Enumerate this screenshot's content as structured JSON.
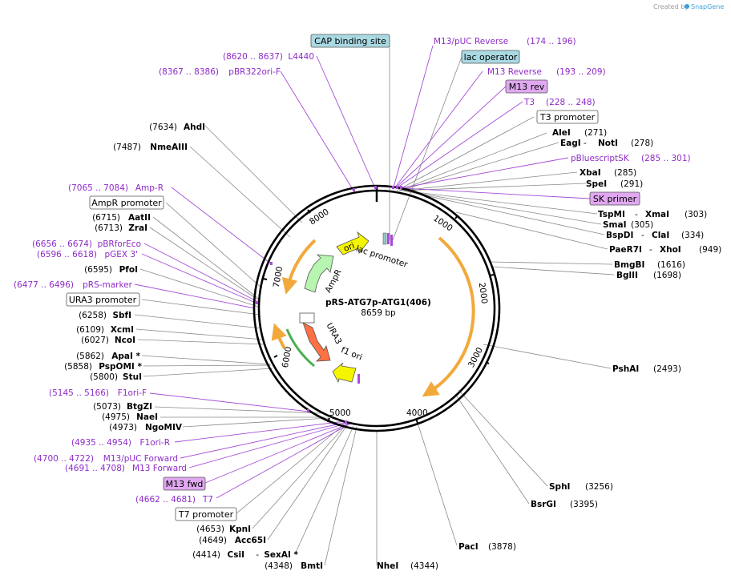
{
  "credit": {
    "text": "Created by",
    "brand": "SnapGene"
  },
  "plasmid": {
    "name": "pRS-ATG7p-ATG1(406)",
    "length": "8659 bp"
  },
  "ticks": [
    "1000",
    "2000",
    "3000",
    "4000",
    "5000",
    "6000",
    "7000",
    "8000"
  ],
  "features": {
    "cap": "CAP binding site",
    "lac_operator": "lac operator",
    "m13_rev": "M13 rev",
    "t3_promoter": "T3 promoter",
    "sk_primer": "SK primer",
    "ampr_promoter": "AmpR promoter",
    "ura3_promoter": "URA3 promoter",
    "m13_fwd": "M13 fwd",
    "t7_promoter": "T7 promoter",
    "ori": "ori",
    "lac_promoter": "lac promoter",
    "ampr": "AmpR",
    "ura3": "URA3",
    "f1_ori": "f1 ori"
  },
  "labels": [
    {
      "id": "m13puc-rev",
      "text": "M13/pUC Reverse",
      "pos": "(174 .. 196)",
      "kind": "primer"
    },
    {
      "id": "m13-reverse",
      "text": "M13 Reverse",
      "pos": "(193 .. 209)",
      "kind": "primer"
    },
    {
      "id": "t3",
      "text": "T3",
      "pos": "(228 .. 248)",
      "kind": "primer"
    },
    {
      "id": "alei",
      "text": "AleI",
      "pos": "(271)",
      "kind": "enzyme"
    },
    {
      "id": "eagi",
      "text": "EagI",
      "sep": " - ",
      "text2": "NotI",
      "pos": "(278)",
      "kind": "enzyme"
    },
    {
      "id": "pbluescript",
      "text": "pBluescriptSK",
      "pos": "(285 .. 301)",
      "kind": "primer"
    },
    {
      "id": "xbai",
      "text": "XbaI",
      "pos": "(285)",
      "kind": "enzyme"
    },
    {
      "id": "spei",
      "text": "SpeI",
      "pos": "(291)",
      "kind": "enzyme"
    },
    {
      "id": "tspmi",
      "text": "TspMI",
      "sep": " - ",
      "text2": "XmaI",
      "pos": "(303)",
      "kind": "enzyme"
    },
    {
      "id": "smai",
      "text": "SmaI",
      "pos": "(305)",
      "kind": "enzyme"
    },
    {
      "id": "bspdi",
      "text": "BspDI",
      "sep": " - ",
      "text2": "ClaI",
      "pos": "(334)",
      "kind": "enzyme"
    },
    {
      "id": "paer7i",
      "text": "PaeR7I",
      "sep": " - ",
      "text2": "XhoI",
      "pos": "(949)",
      "kind": "enzyme"
    },
    {
      "id": "bmgbi",
      "text": "BmgBI",
      "pos": "(1616)",
      "kind": "enzyme"
    },
    {
      "id": "bglii",
      "text": "BglII",
      "pos": "(1698)",
      "kind": "enzyme"
    },
    {
      "id": "pshai",
      "text": "PshAI",
      "pos": "(2493)",
      "kind": "enzyme"
    },
    {
      "id": "sphi",
      "text": "SphI",
      "pos": "(3256)",
      "kind": "enzyme"
    },
    {
      "id": "bsrgi",
      "text": "BsrGI",
      "pos": "(3395)",
      "kind": "enzyme"
    },
    {
      "id": "paci",
      "text": "PacI",
      "pos": "(3878)",
      "kind": "enzyme"
    },
    {
      "id": "nhei",
      "text": "NheI",
      "pos": "(4344)",
      "kind": "enzyme-right"
    },
    {
      "id": "bmti",
      "text": "BmtI",
      "pos": "(4348)",
      "kind": "enzyme-left"
    },
    {
      "id": "csii",
      "text": "CsiI",
      "sep": " - ",
      "text2": "SexAI *",
      "pos": "(4414)",
      "kind": "enzyme-left"
    },
    {
      "id": "acc65i",
      "text": "Acc65I",
      "pos": "(4649)",
      "kind": "enzyme-left"
    },
    {
      "id": "kpni",
      "text": "KpnI",
      "pos": "(4653)",
      "kind": "enzyme-left"
    },
    {
      "id": "t7",
      "text": "T7",
      "pos": "(4662 .. 4681)",
      "kind": "primer-left"
    },
    {
      "id": "m13-forward",
      "text": "M13 Forward",
      "pos": "(4691 .. 4708)",
      "kind": "primer-left"
    },
    {
      "id": "m13puc-fwd",
      "text": "M13/pUC Forward",
      "pos": "(4700 .. 4722)",
      "kind": "primer-left"
    },
    {
      "id": "f1ori-r",
      "text": "F1ori-R",
      "pos": "(4935 .. 4954)",
      "kind": "primer-left"
    },
    {
      "id": "ngomiv",
      "text": "NgoMIV",
      "pos": "(4973)",
      "kind": "enzyme-left"
    },
    {
      "id": "naei",
      "text": "NaeI",
      "pos": "(4975)",
      "kind": "enzyme-left"
    },
    {
      "id": "btgzi",
      "text": "BtgZI",
      "pos": "(5073)",
      "kind": "enzyme-left"
    },
    {
      "id": "f1ori-f",
      "text": "F1ori-F",
      "pos": "(5145 .. 5166)",
      "kind": "primer-left"
    },
    {
      "id": "stui",
      "text": "StuI",
      "pos": "(5800)",
      "kind": "enzyme-left"
    },
    {
      "id": "psp",
      "text": "PspOMI *",
      "pos": "(5858)",
      "kind": "enzyme-left"
    },
    {
      "id": "apai",
      "text": "ApaI *",
      "pos": "(5862)",
      "kind": "enzyme-left"
    },
    {
      "id": "ncoi",
      "text": "NcoI",
      "pos": "(6027)",
      "kind": "enzyme-left"
    },
    {
      "id": "xcmi",
      "text": "XcmI",
      "pos": "(6109)",
      "kind": "enzyme-left"
    },
    {
      "id": "sbfi",
      "text": "SbfI",
      "pos": "(6258)",
      "kind": "enzyme-left"
    },
    {
      "id": "prs-marker",
      "text": "pRS-marker",
      "pos": "(6477 .. 6496)",
      "kind": "primer-left"
    },
    {
      "id": "pfoi",
      "text": "PfoI",
      "pos": "(6595)",
      "kind": "enzyme-left"
    },
    {
      "id": "pgex",
      "text": "pGEX 3'",
      "pos": "(6596 .. 6618)",
      "kind": "primer-left"
    },
    {
      "id": "pbrfor",
      "text": "pBRforEco",
      "pos": "(6656 .. 6674)",
      "kind": "primer-left"
    },
    {
      "id": "zrai",
      "text": "ZraI",
      "pos": "(6713)",
      "kind": "enzyme-left"
    },
    {
      "id": "aatii",
      "text": "AatII",
      "pos": "(6715)",
      "kind": "enzyme-left"
    },
    {
      "id": "amp-r",
      "text": "Amp-R",
      "pos": "(7065 .. 7084)",
      "kind": "primer-left"
    },
    {
      "id": "nmeaiii",
      "text": "NmeAIII",
      "pos": "(7487)",
      "kind": "enzyme-left"
    },
    {
      "id": "ahdi",
      "text": "AhdI",
      "pos": "(7634)",
      "kind": "enzyme-left"
    },
    {
      "id": "pbr322",
      "text": "pBR322ori-F",
      "pos": "(8367 .. 8386)",
      "kind": "primer-left"
    },
    {
      "id": "l4440",
      "text": "L4440",
      "pos": "(8620 .. 8637)",
      "kind": "primer-left"
    }
  ],
  "colors": {
    "primer": "#a64dd6",
    "backbone": "#000000",
    "arc": "#f2a93b",
    "ori": "#f5f500",
    "ampr": "#b7f5b0",
    "ura3": "#ff7043",
    "green_arc": "#4caf50",
    "box_purple": "#e0a8f0",
    "box_blue": "#a9d9e3"
  }
}
